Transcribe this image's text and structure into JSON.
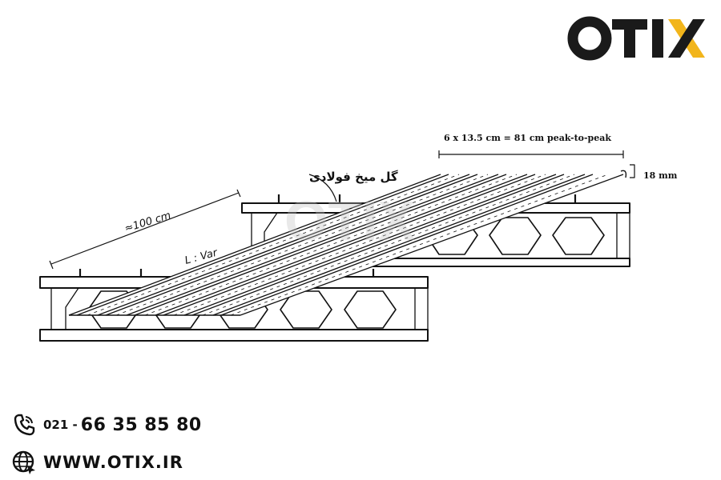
{
  "brand": {
    "logo_text": "OTIX",
    "logo_color_dark": "#1a1a1a",
    "logo_color_accent": "#f2b51b"
  },
  "annotations": {
    "span_label": "6 x 13.5 cm = 81 cm peak-to-peak",
    "depth_label": "18 mm",
    "width_label": "≈100  cm",
    "length_label": "L : Var",
    "steel_stud_label": "گل میخ فولادی"
  },
  "contact": {
    "phone_prefix": "021 -",
    "phone_number": "66 35 85 80",
    "website": "WWW.OTIX.IR",
    "phone_icon": "phone-icon",
    "web_icon": "globe-icon"
  }
}
